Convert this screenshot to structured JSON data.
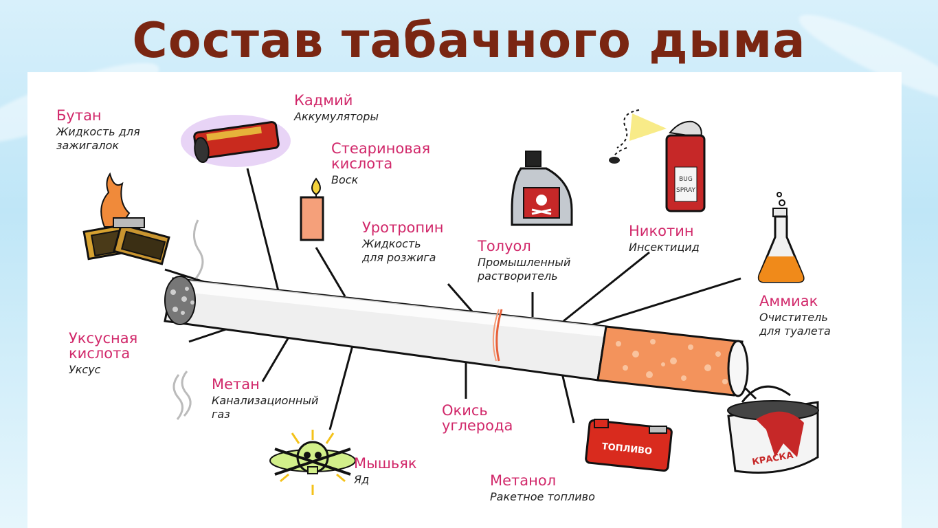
{
  "title": "Состав табачного дыма",
  "labels": {
    "butan": {
      "name": "Бутан",
      "desc1": "Жидкость для",
      "desc2": "зажигалок"
    },
    "kadmiy": {
      "name": "Кадмий",
      "desc1": "Аккумуляторы"
    },
    "stearin": {
      "name1": "Стеариновая",
      "name2": "кислота",
      "desc1": "Воск"
    },
    "urotropin": {
      "name": "Уротропин",
      "desc1": "Жидкость",
      "desc2": "для розжига"
    },
    "toluol": {
      "name": "Толуол",
      "desc1": "Промышленный",
      "desc2": "растворитель"
    },
    "nikotin": {
      "name": "Никотин",
      "desc1": "Инсектицид"
    },
    "ammiak": {
      "name": "Аммиак",
      "desc1": "Очиститель",
      "desc2": "для туалета"
    },
    "uksus": {
      "name1": "Уксусная",
      "name2": "кислота",
      "desc1": "Уксус"
    },
    "metan": {
      "name": "Метан",
      "desc1": "Канализационный",
      "desc2": "газ"
    },
    "okis": {
      "name1": "Окись",
      "name2": "углерода"
    },
    "myshyak": {
      "name": "Мышьяк",
      "desc1": "Яд"
    },
    "metanol": {
      "name": "Метанол",
      "desc1": "Ракетное топливо"
    }
  },
  "objects": {
    "spray_can_text": "BUG SPRAY",
    "fuel_can_text": "ТОПЛИВО",
    "paint_can_text": "КРАСКА"
  },
  "colors": {
    "title": "#7a2612",
    "label_name": "#d1286a",
    "filter": "#f08a50",
    "background": "#c8eaf8"
  },
  "icons": [
    "lighter-icon",
    "battery-icon",
    "candle-icon",
    "poison-bottle-icon",
    "bug-spray-icon",
    "flask-icon",
    "paint-can-icon",
    "fuel-can-icon",
    "skull-crossbones-icon",
    "cigarette-icon",
    "smoke-icon"
  ]
}
